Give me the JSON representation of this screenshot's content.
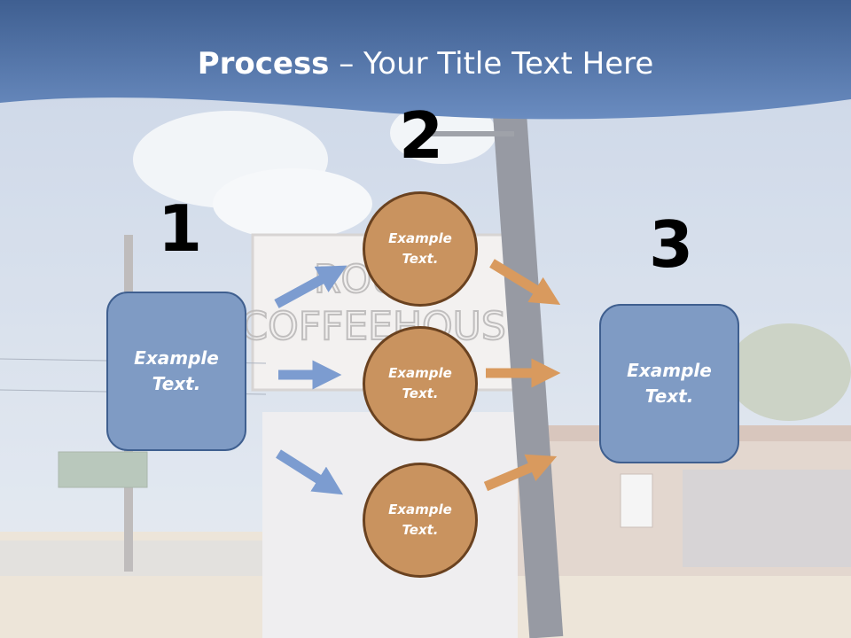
{
  "title": {
    "bold": "Process",
    "rest": " – Your Title Text Here"
  },
  "steps": [
    {
      "number": "1",
      "text_line1": "Example",
      "text_line2": "Text."
    },
    {
      "number": "2"
    },
    {
      "number": "3",
      "text_line1": "Example",
      "text_line2": "Text."
    }
  ],
  "circles": [
    {
      "text_line1": "Example",
      "text_line2": "Text."
    },
    {
      "text_line1": "Example",
      "text_line2": "Text."
    },
    {
      "text_line1": "Example",
      "text_line2": "Text."
    }
  ],
  "colors": {
    "header": "#4a6fa5",
    "box_fill": "#7f9bc4",
    "circle_fill": "#c9935f",
    "arrow_blue": "#7c9cd0",
    "arrow_orange": "#d99a5e"
  }
}
